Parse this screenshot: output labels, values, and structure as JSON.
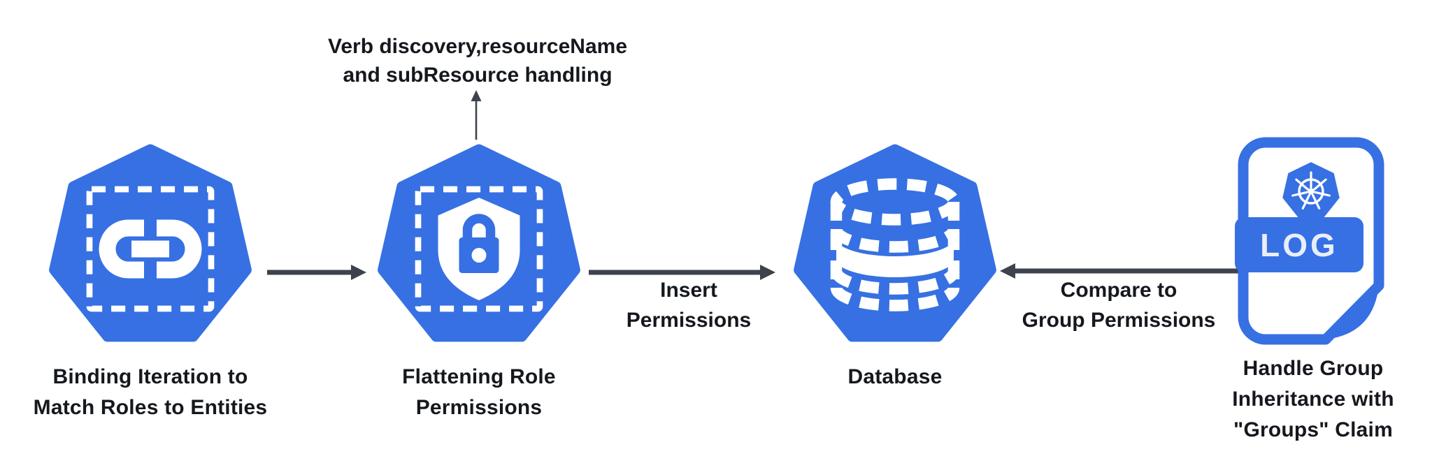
{
  "colors": {
    "background": "#ffffff",
    "blue": "#3670e3",
    "arrow": "#3d424c",
    "text": "#15181d",
    "badge_text": "#eaeef8"
  },
  "diagram": {
    "annotation_top": {
      "line1": "Verb discovery,resourceName",
      "line2": "and subResource handling"
    },
    "nodes": {
      "binding": {
        "icon": "chain-link-icon",
        "line1": "Binding Iteration to",
        "line2": "Match Roles to Entities"
      },
      "flattening": {
        "icon": "shield-lock-icon",
        "line1": "Flattening Role",
        "line2": "Permissions"
      },
      "database": {
        "icon": "database-icon",
        "line1": "Database"
      },
      "log_file": {
        "icon": "log-file-icon",
        "badge": "LOG",
        "line1": "Handle Group",
        "line2": "Inheritance with",
        "line3": "\"Groups\" Claim"
      }
    },
    "edges": {
      "insert": {
        "line1": "Insert",
        "line2": "Permissions"
      },
      "compare": {
        "line1": "Compare to",
        "line2": "Group Permissions"
      }
    }
  }
}
